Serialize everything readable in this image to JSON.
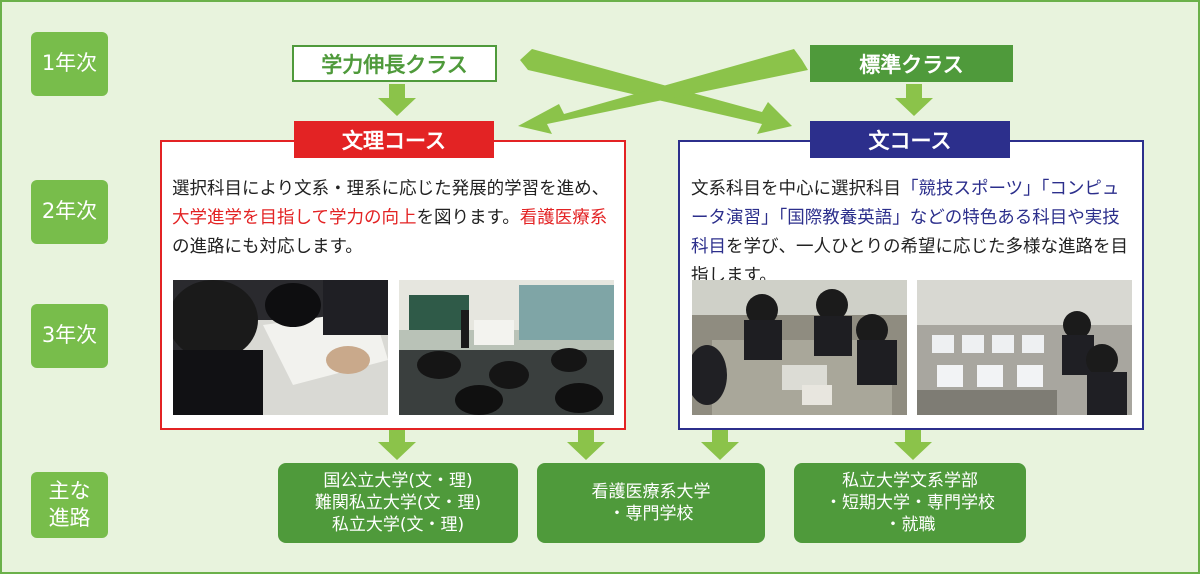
{
  "years": {
    "year1": "1年次",
    "year2": "2年次",
    "year3": "3年次",
    "path_line1": "主な",
    "path_line2": "進路"
  },
  "classes": {
    "advanced": "学力伸長クラス",
    "standard": "標準クラス"
  },
  "courses": {
    "science_humanities": {
      "title": "文理コース",
      "desc_part1": "選択科目により文系・理系に応じた発展的学習を進め、",
      "desc_highlight1": "大学進学を目指して学力の向上",
      "desc_part2": "を図ります。",
      "desc_highlight2": "看護医療系",
      "desc_part3": "の進路にも対応します。"
    },
    "humanities": {
      "title": "文コース",
      "desc_part1": "文系科目を中心に選択科目",
      "desc_highlight1": "「競技スポーツ」「コンピュータ演習」「国際教養英語」などの特色ある科目や実技科目",
      "desc_part2": "を学び、一人ひとりの希望に応じた多様な進路を目指します。"
    }
  },
  "destinations": {
    "left": {
      "line1": "国公立大学(文・理)",
      "line2": "難関私立大学(文・理)",
      "line3": "私立大学(文・理)"
    },
    "center": {
      "line1": "看護医療系大学",
      "line2": "・専門学校"
    },
    "right": {
      "line1": "私立大学文系学部",
      "line2": "・短期大学・専門学校",
      "line3": "・就職"
    }
  },
  "colors": {
    "background": "#e8f3dd",
    "green_label": "#78bd4b",
    "green_dark": "#4f9a3b",
    "arrow_green": "#8bc34a",
    "red": "#e32324",
    "navy": "#2c2f8c"
  }
}
